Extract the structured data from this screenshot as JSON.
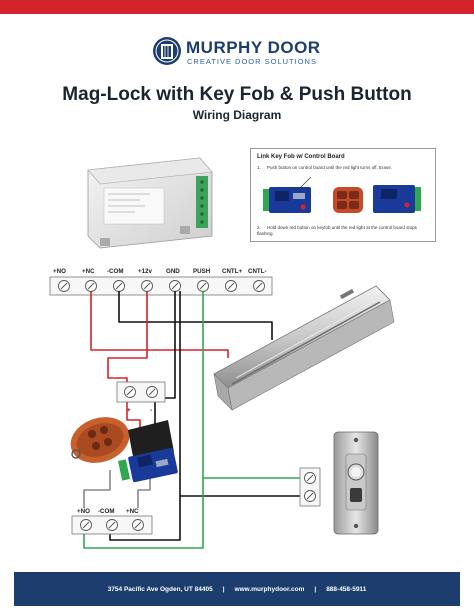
{
  "header": {
    "brand_name": "MURPHY DOOR",
    "brand_tagline": "CREATIVE DOOR SOLUTIONS",
    "accent_color": "#d3242b",
    "brand_color": "#1d3d6e"
  },
  "title": "Mag-Lock with Key Fob & Push Button",
  "subtitle": "Wiring Diagram",
  "instructions": {
    "title": "Link Key Fob w/ Control Board",
    "step1_num": "1.",
    "step1": "Push button on control board until the red light turns off. Erase.",
    "step2_num": "2.",
    "step2": "Hold down red button on keyfob until the red light at the control board stops flashing."
  },
  "control_board": {
    "terminals": [
      "+NO",
      "+NC",
      "-COM",
      "+12v",
      "GND",
      "PUSH",
      "CNTL+",
      "CNTL-"
    ]
  },
  "power_terminal": {
    "labels": [
      "+",
      "-"
    ]
  },
  "relay_terminals": {
    "labels": [
      "+NO",
      "-COM",
      "+NC"
    ]
  },
  "wire_colors": {
    "red": "#d3242b",
    "black": "#111111",
    "green": "#2fa84f",
    "gray": "#888888"
  },
  "footer": {
    "address": "3754 Pacific Ave  Ogden, UT 84405",
    "website": "www.murphydoor.com",
    "phone": "888-458-5911",
    "separator": "|"
  }
}
